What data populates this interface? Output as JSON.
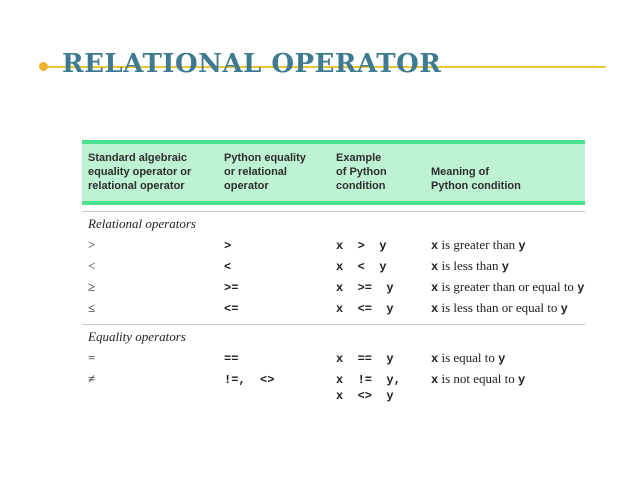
{
  "slide": {
    "title": "RELATIONAL OPERATOR",
    "title_color": "#3E7B93",
    "underline_color": "#EFC437",
    "bullet_color": "#EFB02E"
  },
  "table": {
    "header_bg": "#BDF2D2",
    "header_border_color": "#4CE28E",
    "headers": [
      {
        "lines": [
          "Standard algebraic",
          "equality operator or",
          "relational operator"
        ]
      },
      {
        "lines": [
          "Python equality",
          "or relational",
          "operator"
        ]
      },
      {
        "lines": [
          "Example",
          "of Python",
          "condition"
        ]
      },
      {
        "lines": [
          "Meaning of",
          "Python condition"
        ]
      }
    ],
    "sections": [
      {
        "title": "Relational operators",
        "rows": [
          {
            "algebraic": ">",
            "python_op": ">",
            "example": "x  >  y",
            "meaning": {
              "var1": "x",
              "text": " is greater than ",
              "var2": "y"
            }
          },
          {
            "algebraic": "<",
            "python_op": "<",
            "example": "x  <  y",
            "meaning": {
              "var1": "x",
              "text": " is less than ",
              "var2": "y"
            }
          },
          {
            "algebraic": "≥",
            "python_op": ">=",
            "example": "x  >=  y",
            "meaning": {
              "var1": "x",
              "text": " is greater than or equal to ",
              "var2": "y"
            }
          },
          {
            "algebraic": "≤",
            "python_op": "<=",
            "example": "x  <=  y",
            "meaning": {
              "var1": "x",
              "text": " is less than or equal to ",
              "var2": "y"
            }
          }
        ]
      },
      {
        "title": "Equality operators",
        "rows": [
          {
            "algebraic": "=",
            "python_op": "==",
            "example": "x  ==  y",
            "meaning": {
              "var1": "x",
              "text": " is equal to ",
              "var2": "y"
            }
          },
          {
            "algebraic": "≠",
            "python_op": "!=,  <>",
            "example": "x  !=  y,",
            "example2": "x  <>  y",
            "meaning": {
              "var1": "x",
              "text": " is not equal to ",
              "var2": "y"
            }
          }
        ]
      }
    ]
  }
}
